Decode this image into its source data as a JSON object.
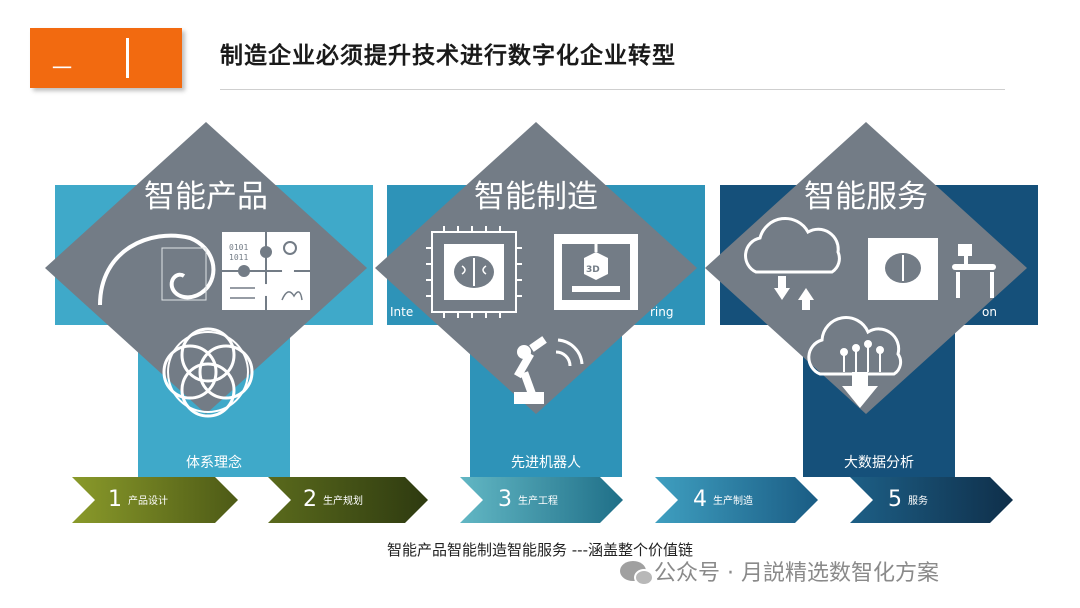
{
  "header": {
    "number": "一",
    "title": "制造企业必须提升技术进行数字化企业转型"
  },
  "pillars": [
    {
      "title": "智能产品",
      "column_label": "体系理念",
      "partial_text": "",
      "icons": [
        "spiral-icon",
        "puzzle-icon",
        "flower-of-life-icon"
      ]
    },
    {
      "title": "智能制造",
      "column_label": "先进机器人",
      "partial_text_left": "Inte",
      "partial_text_right": "ring",
      "icons": [
        "ai-chip-icon",
        "3d-printer-icon",
        "robot-arm-icon"
      ]
    },
    {
      "title": "智能服务",
      "column_label": "大数据分析",
      "partial_text_right": "on",
      "icons": [
        "cloud-sync-icon",
        "brain-screen-icon",
        "conveyor-robot-icon",
        "cloud-download-icon"
      ]
    }
  ],
  "chevrons": [
    {
      "num": "1",
      "label": "产品设计"
    },
    {
      "num": "2",
      "label": "生产规划"
    },
    {
      "num": "3",
      "label": "生产工程"
    },
    {
      "num": "4",
      "label": "生产制造"
    },
    {
      "num": "5",
      "label": "服务"
    }
  ],
  "caption": "智能产品智能制造智能服务 ---涵盖整个价值链",
  "watermark": "公众号 · 月説精选数智化方案",
  "colors": {
    "orange": "#f26a10",
    "diamond": "#737c86",
    "teal1": "#3fa9c9",
    "teal2": "#2e93b8",
    "navy": "#15507a"
  }
}
